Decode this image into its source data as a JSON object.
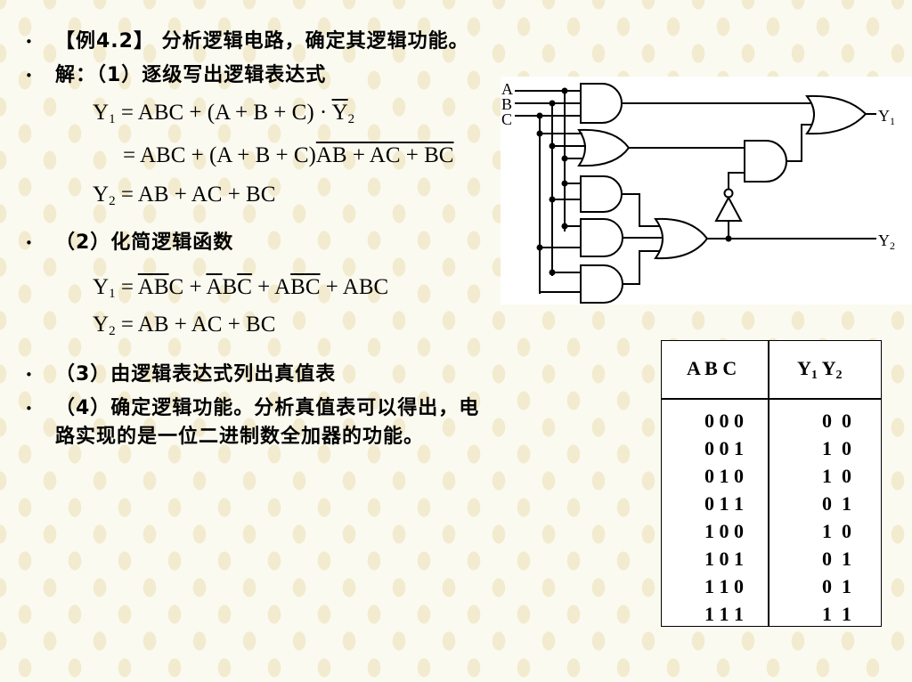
{
  "lines": {
    "l1": "【例4.2】  分析逻辑电路，确定其逻辑功能。",
    "l2": "解：（1）逐级写出逻辑表达式",
    "l3": "（2）化简逻辑函数",
    "l4": "（3）由逻辑表达式列出真值表",
    "l5a": "（4）确定逻辑功能。分析真值表可以得出，电",
    "l5b": "路实现的是一位二进制数全加器的功能。"
  },
  "equations": {
    "eq1": {
      "lhs": "Y",
      "lhs_sub": "1",
      "a": "= ABC + (A + B + C) · ",
      "b": "Y",
      "b_sub": "2"
    },
    "eq2": {
      "a": "= ABC + (A + B + C)",
      "b": "AB + AC + BC"
    },
    "eq3": {
      "lhs": "Y",
      "lhs_sub": "2",
      "a": "= AB + AC + BC"
    },
    "eq4": {
      "lhs": "Y",
      "lhs_sub": "1",
      "a": "= ",
      "t1": "A",
      "t2": "B",
      "t3": "C + ",
      "t4": "A",
      "t5": "B",
      "t6": "C",
      "t7": " + A",
      "t8": "B",
      "t9": "C",
      "t10": " + ABC"
    },
    "eq5": {
      "lhs": "Y",
      "lhs_sub": "2",
      "a": "= AB + AC + BC"
    }
  },
  "circuit": {
    "input_a": "A",
    "input_b": "B",
    "input_c": "C",
    "out1": "Y",
    "out1_sub": "1",
    "out2": "Y",
    "out2_sub": "2"
  },
  "truth_table": {
    "head_inputs": "A B C",
    "head_out_y1": "Y",
    "head_out_y1_sub": "1",
    "head_out_y2": "Y",
    "head_out_y2_sub": "2",
    "inputs": [
      "0 0 0",
      "0 0 1",
      "0 1 0",
      "0 1 1",
      "1 0 0",
      "1 0 1",
      "1 1 0",
      "1 1 1"
    ],
    "outputs": [
      "0  0",
      "1  0",
      "1  0",
      "0  1",
      "1  0",
      "0  1",
      "0  1",
      "1  1"
    ]
  }
}
